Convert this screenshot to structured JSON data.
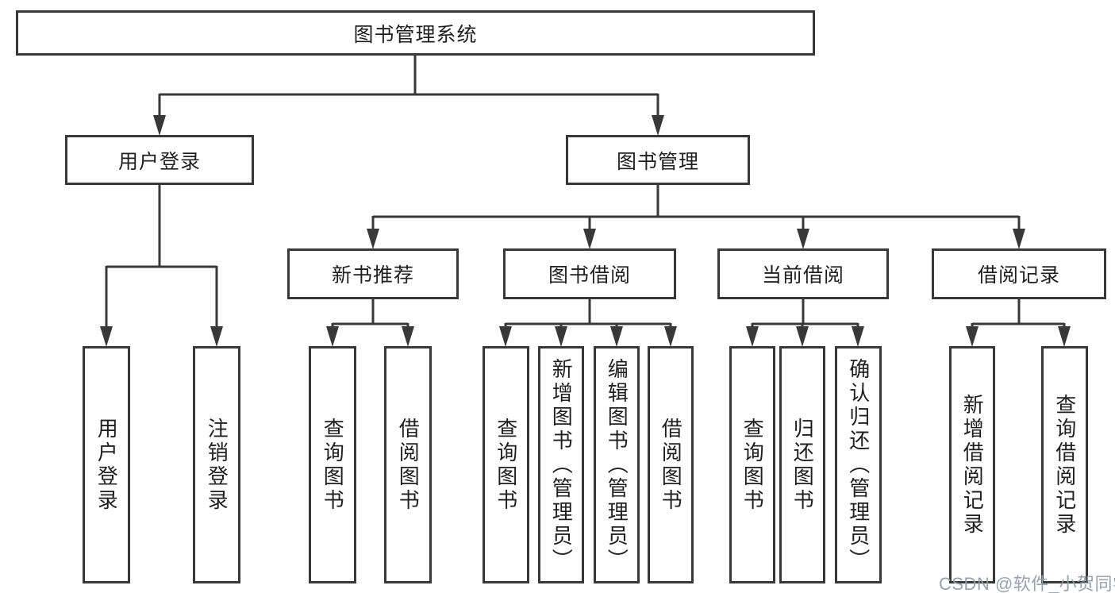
{
  "diagram": {
    "root": {
      "label": "图书管理系统"
    },
    "branches": [
      {
        "label": "用户登录",
        "children": [
          {
            "label": "用户登录"
          },
          {
            "label": "注销登录"
          }
        ]
      },
      {
        "label": "图书管理",
        "children": [
          {
            "label": "新书推荐",
            "children": [
              {
                "label": "查询图书"
              },
              {
                "label": "借阅图书"
              }
            ]
          },
          {
            "label": "图书借阅",
            "children": [
              {
                "label": "查询图书"
              },
              {
                "label": "新增图书（管理员）"
              },
              {
                "label": "编辑图书（管理员）"
              },
              {
                "label": "借阅图书"
              }
            ]
          },
          {
            "label": "当前借阅",
            "children": [
              {
                "label": "查询图书"
              },
              {
                "label": "归还图书"
              },
              {
                "label": "确认归还（管理员）"
              }
            ]
          },
          {
            "label": "借阅记录",
            "children": [
              {
                "label": "新增借阅记录"
              },
              {
                "label": "查询借阅记录"
              }
            ]
          }
        ]
      }
    ],
    "watermark": "CSDN @软件_小贺同学",
    "colors": {
      "line": "#383838",
      "box_border": "#383838",
      "box_fill": "#ffffff",
      "text": "#1f1f1f",
      "watermark": "#949CA8",
      "background": "#ffffff"
    }
  }
}
